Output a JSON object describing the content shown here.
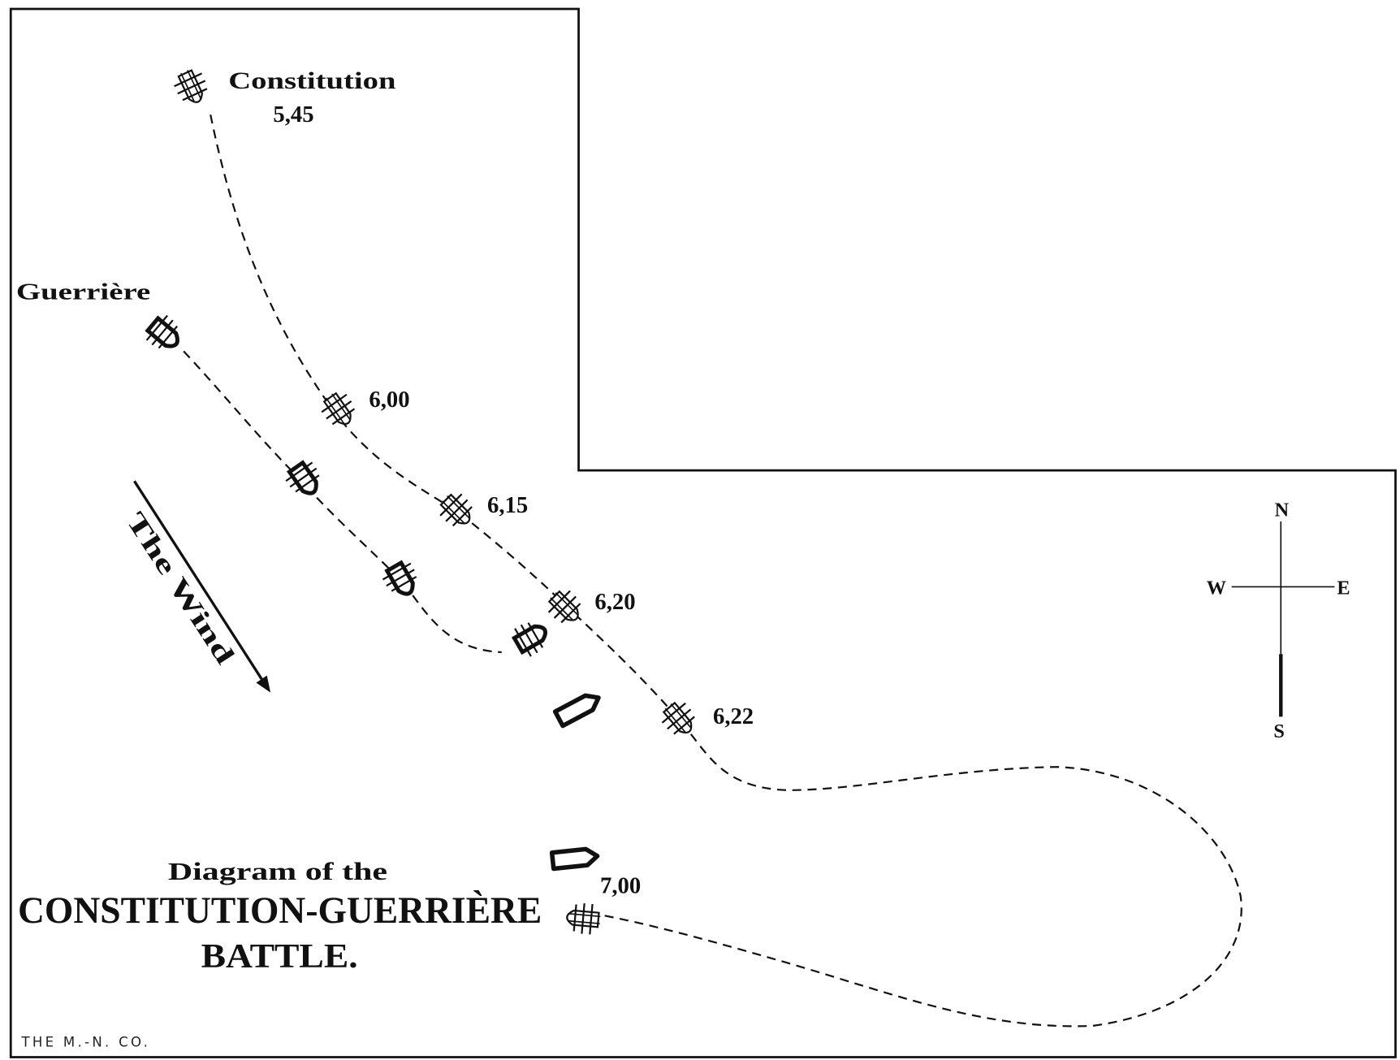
{
  "labels": {
    "constitution": "Constitution",
    "guerriere": "Guerrière",
    "times": {
      "t545": "5,45",
      "t600": "6,00",
      "t615": "6,15",
      "t620": "6,20",
      "t622": "6,22",
      "t700": "7,00"
    },
    "wind": "The Wind"
  },
  "compass": {
    "north": "N",
    "south": "S",
    "west": "W",
    "east": "E"
  },
  "title": {
    "line1": "Diagram of the",
    "line2": "CONSTITUTION-GUERRIÈRE",
    "line3": "BATTLE."
  },
  "credit": "THE M.-N. CO.",
  "colors": {
    "ink": "#111111",
    "paper": "#ffffff"
  }
}
